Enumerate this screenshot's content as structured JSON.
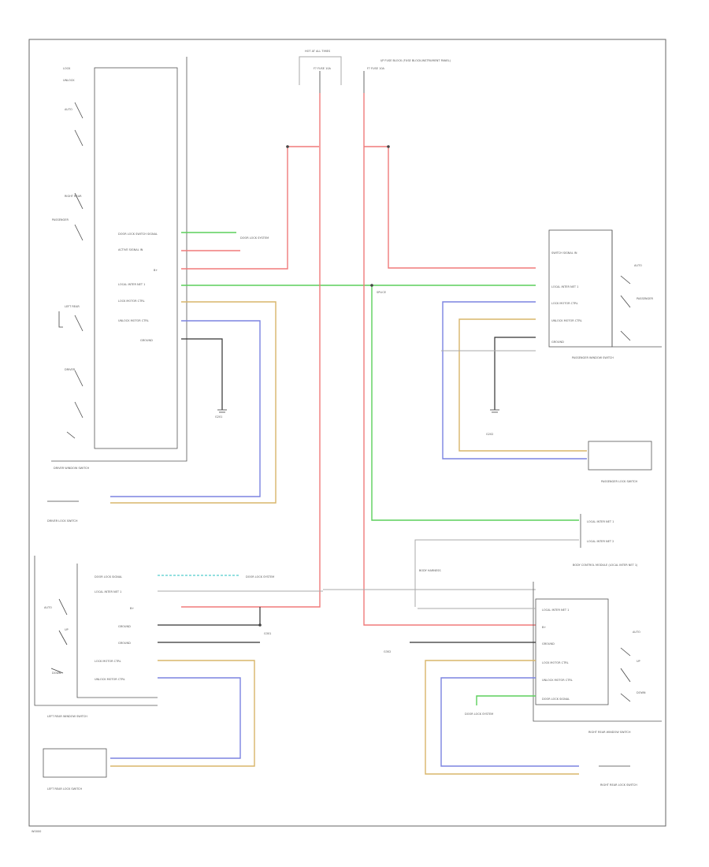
{
  "footer": {
    "code": "W0000"
  },
  "fuse_block": {
    "title": "HOT AT ALL TIMES",
    "fuse_left": "F? FUSE 10A",
    "fuse_right": "F? FUSE 10A",
    "desc": "I/P FUSE BLOCK (FUSE BLOCK-INSTRUMENT PANEL)"
  },
  "driver_switch": {
    "title": "DRIVER WINDOW SWITCH",
    "pins": [
      "DOOR LOCK SWITCH SIGNAL",
      "ACTIVE SIGNAL IN",
      "B+",
      "LOCAL INTER NET 1",
      "LOCK MOTOR CTRL",
      "UNLOCK MOTOR CTRL",
      "GROUND"
    ],
    "side_labels": [
      "LOCK",
      "UNLOCK",
      "AUTO",
      "PASSENGER",
      "RIGHT REAR",
      "LEFT REAR",
      "DRIVER"
    ]
  },
  "driver_lock_switch": {
    "title": "DRIVER LOCK SWITCH"
  },
  "passenger_switch": {
    "title": "PASSENGER WINDOW SWITCH",
    "pins": [
      "SWITCH SIGNAL IN",
      "LOCAL INTER NET 1",
      "LOCK MOTOR CTRL",
      "UNLOCK MOTOR CTRL",
      "GROUND"
    ],
    "side_labels": [
      "AUTO",
      "PASSENGER"
    ]
  },
  "passenger_lock_switch": {
    "title": "PASSENGER LOCK SWITCH"
  },
  "body_control": {
    "title": "BODY CONTROL MODULE (LOCAL INTER NET 1)",
    "pins": [
      "LOCAL INTER NET 1",
      "LOCAL INTER NET 2"
    ]
  },
  "left_rear_switch": {
    "title": "LEFT REAR WINDOW SWITCH",
    "pins": [
      "DOOR LOCK SIGNAL",
      "LOCAL INTER NET 1",
      "B+",
      "GROUND",
      "GROUND",
      "LOCK MOTOR CTRL",
      "UNLOCK MOTOR CTRL"
    ],
    "side_labels": [
      "AUTO",
      "UP",
      "DOWN"
    ]
  },
  "left_rear_lock": {
    "title": "LEFT REAR LOCK SWITCH"
  },
  "right_rear_switch": {
    "title": "RIGHT REAR WINDOW SWITCH",
    "pins": [
      "LOCAL INTER NET 1",
      "B+",
      "GROUND",
      "LOCK MOTOR CTRL",
      "UNLOCK MOTOR CTRL",
      "DOOR LOCK SIGNAL"
    ],
    "side_labels": [
      "AUTO",
      "UP",
      "DOWN"
    ]
  },
  "right_rear_lock": {
    "title": "RIGHT REAR LOCK SWITCH"
  },
  "grounds": {
    "driver": "G201",
    "passenger": "G202",
    "left_rear": "G301",
    "right_rear": "G302"
  },
  "notes": {
    "splice": "SPLICE",
    "door_lock_system": "DOOR LOCK SYSTEM",
    "body_harness": "BODY HARNESS"
  }
}
